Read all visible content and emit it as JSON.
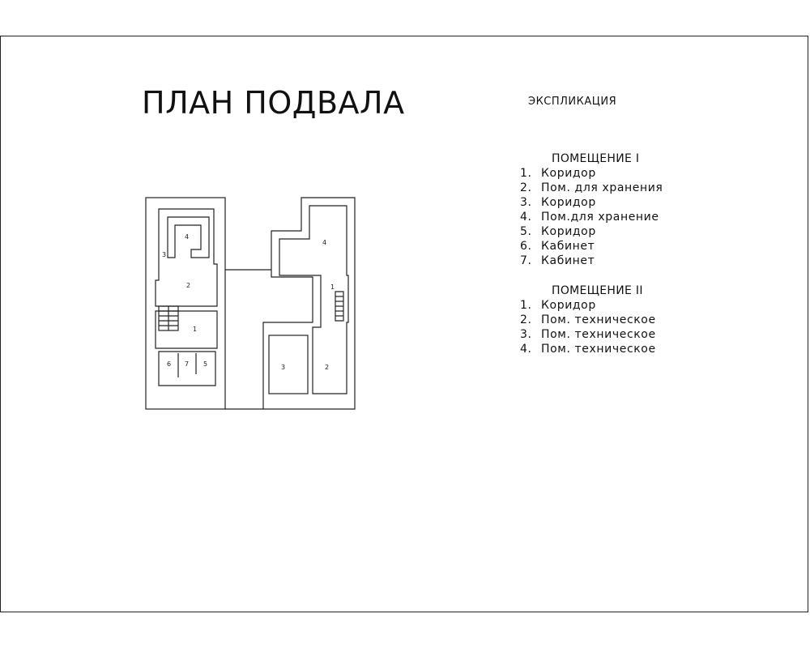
{
  "title": "ПЛАН ПОДВАЛА",
  "explication_title": "ЭКСПЛИКАЦИЯ",
  "sections": [
    {
      "heading": "ПОМЕЩЕНИЕ I",
      "items": [
        {
          "num": "1.",
          "name": "Коридор"
        },
        {
          "num": "2.",
          "name": "Пом.  для хранения"
        },
        {
          "num": "3.",
          "name": "Коридор"
        },
        {
          "num": "4.",
          "name": "Пом.для хранение"
        },
        {
          "num": "5.",
          "name": "Коридор"
        },
        {
          "num": "6.",
          "name": "Кабинет"
        },
        {
          "num": "7.",
          "name": "Кабинет"
        }
      ]
    },
    {
      "heading": "ПОМЕЩЕНИЕ II",
      "items": [
        {
          "num": "1.",
          "name": "Коридор"
        },
        {
          "num": "2.",
          "name": "Пом.  техническое"
        },
        {
          "num": "3.",
          "name": "Пом.  техническое"
        },
        {
          "num": "4.",
          "name": "Пом.  техническое"
        }
      ]
    }
  ],
  "plan_labels": {
    "left": {
      "r4": "4",
      "r3": "3",
      "r2": "2",
      "r1": "1",
      "r6": "6",
      "r7": "7",
      "r5": "5"
    },
    "right": {
      "r4": "4",
      "r1": "1",
      "r3": "3",
      "r2": "2"
    }
  }
}
